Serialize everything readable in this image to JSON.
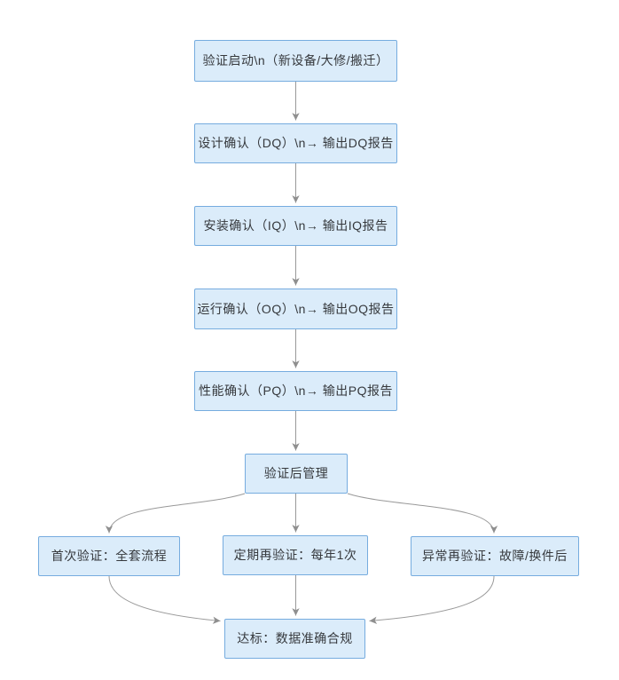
{
  "diagram": {
    "type": "flowchart",
    "background": "#ffffff",
    "colors": {
      "node_fill": "#dbecfa",
      "node_border": "#76acdf",
      "node_text": "#36393d",
      "connector_line": "#999999",
      "arrowhead": "#8f8f8f"
    },
    "nodes": [
      {
        "id": "start",
        "label": "验证启动\\n（新设备/大修/搬迁）"
      },
      {
        "id": "dq",
        "label": "设计确认（DQ）\\n→ 输出DQ报告"
      },
      {
        "id": "iq",
        "label": "安装确认（IQ）\\n→ 输出IQ报告"
      },
      {
        "id": "oq",
        "label": "运行确认（OQ）\\n→ 输出OQ报告"
      },
      {
        "id": "pq",
        "label": "性能确认（PQ）\\n→ 输出PQ报告"
      },
      {
        "id": "post",
        "label": "验证后管理"
      },
      {
        "id": "first",
        "label": "首次验证：全套流程"
      },
      {
        "id": "periodic",
        "label": "定期再验证：每年1次"
      },
      {
        "id": "abnormal",
        "label": "异常再验证：故障/换件后"
      },
      {
        "id": "target",
        "label": "达标：数据准确合规"
      }
    ],
    "edges": [
      {
        "from": "start",
        "to": "dq"
      },
      {
        "from": "dq",
        "to": "iq"
      },
      {
        "from": "iq",
        "to": "oq"
      },
      {
        "from": "oq",
        "to": "pq"
      },
      {
        "from": "pq",
        "to": "post"
      },
      {
        "from": "post",
        "to": "first"
      },
      {
        "from": "post",
        "to": "periodic"
      },
      {
        "from": "post",
        "to": "abnormal"
      },
      {
        "from": "first",
        "to": "target"
      },
      {
        "from": "periodic",
        "to": "target"
      },
      {
        "from": "abnormal",
        "to": "target"
      }
    ]
  }
}
